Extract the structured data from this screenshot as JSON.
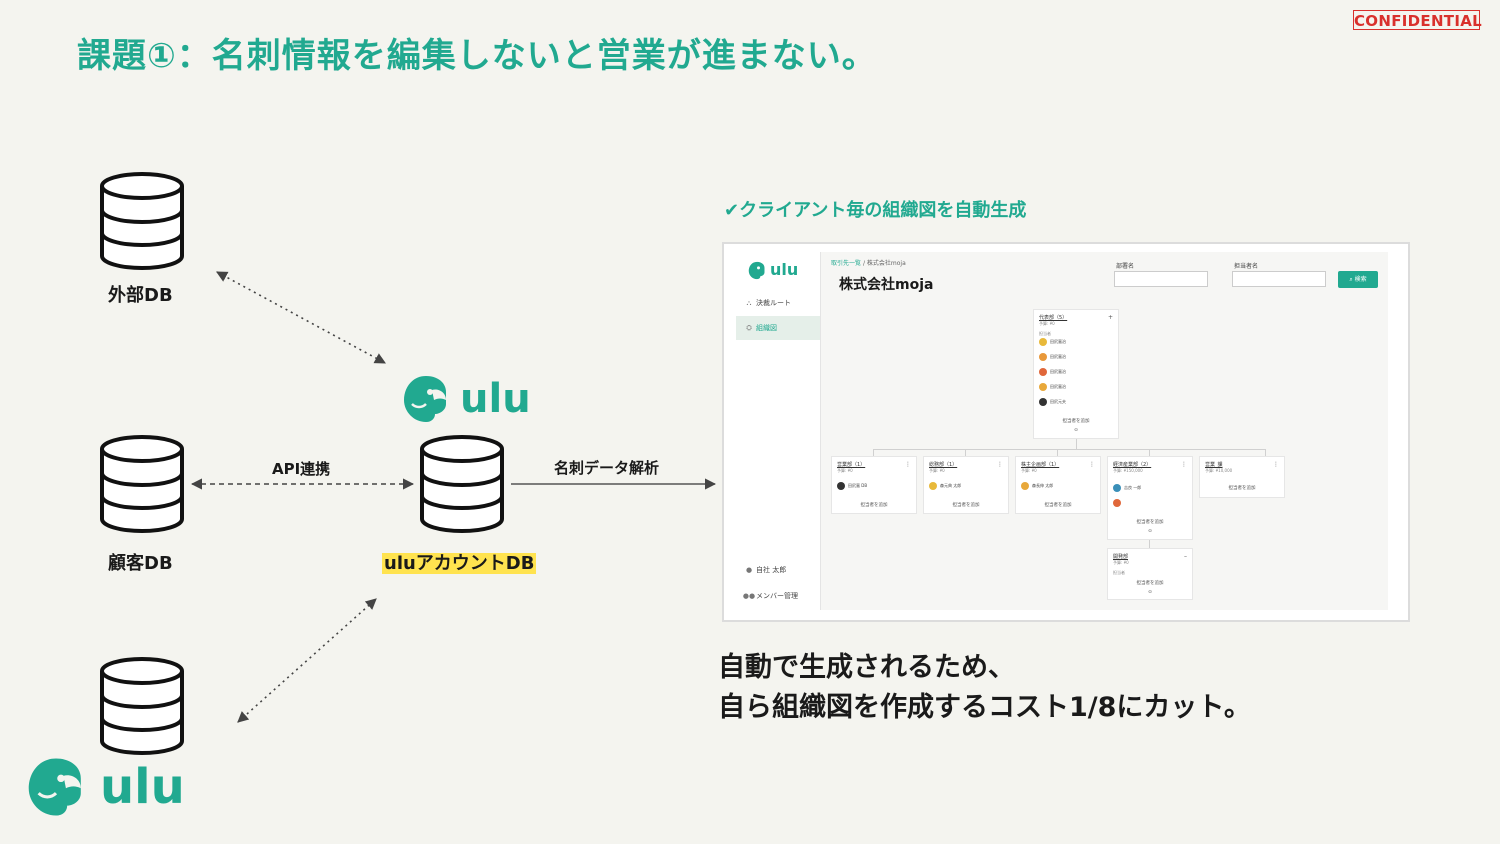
{
  "badge": "CONFIDENTIAL",
  "title": "課題①：名刺情報を編集しないと営業が進まない。",
  "diagram": {
    "nodes": {
      "external_db": "外部DB",
      "customer_db": "顧客DB",
      "ulu_account_db": "uluアカウントDB"
    },
    "edges": {
      "api": "API連携",
      "parse": "名刺データ解析"
    },
    "logo_text": "ulu"
  },
  "feature_title": "✔クライアント毎の組織図を自動生成",
  "screenshot": {
    "logo_text": "ulu",
    "sidebar": {
      "items": [
        "決裁ルート",
        "組織図"
      ],
      "user": "自社 太郎",
      "member": "メンバー管理"
    },
    "breadcrumb": {
      "root": "取引先一覧",
      "separator": "/",
      "current": "株式会社moja"
    },
    "company": "株式会社moja",
    "filters": {
      "dept_label": "部署名",
      "owner_label": "担当者名",
      "search": "検索"
    },
    "top_card": {
      "title": "代表部（5）",
      "sub": "予算: ¥0",
      "header": "担当者",
      "people": [
        "田尻憲治",
        "田尻憲治",
        "田尻憲治",
        "田尻憲治",
        "田尻元夫"
      ],
      "add": "担当者を追加"
    },
    "cards": [
      {
        "title": "営業部（1）",
        "sub": "予算: ¥0",
        "person": "田尻憲 DB",
        "add": "担当者を追加"
      },
      {
        "title": "総務部（1）",
        "sub": "予算: ¥0",
        "person": "森元典 太郎",
        "add": "担当者を追加"
      },
      {
        "title": "株主企画部（1）",
        "sub": "予算: ¥0",
        "person": "森長伸 太郎",
        "add": "担当者を追加"
      },
      {
        "title": "経済産業部（2）",
        "sub": "予算: ¥150,000",
        "person": "吉良 一郎",
        "add": "担当者を追加"
      },
      {
        "title": "営業_課",
        "sub": "予算: ¥10,000",
        "person": "",
        "add": "担当者を追加"
      }
    ],
    "child_card": {
      "title": "開発部",
      "sub": "予算: ¥0",
      "header": "担当者",
      "add": "担当者を追加"
    }
  },
  "caption": {
    "line1": "自動で生成されるため、",
    "line2": "自ら組織図を作成するコスト1/8にカット。"
  },
  "colors": {
    "brand": "#21a990",
    "confidential": "#d9302c",
    "highlight": "#ffe34f"
  }
}
